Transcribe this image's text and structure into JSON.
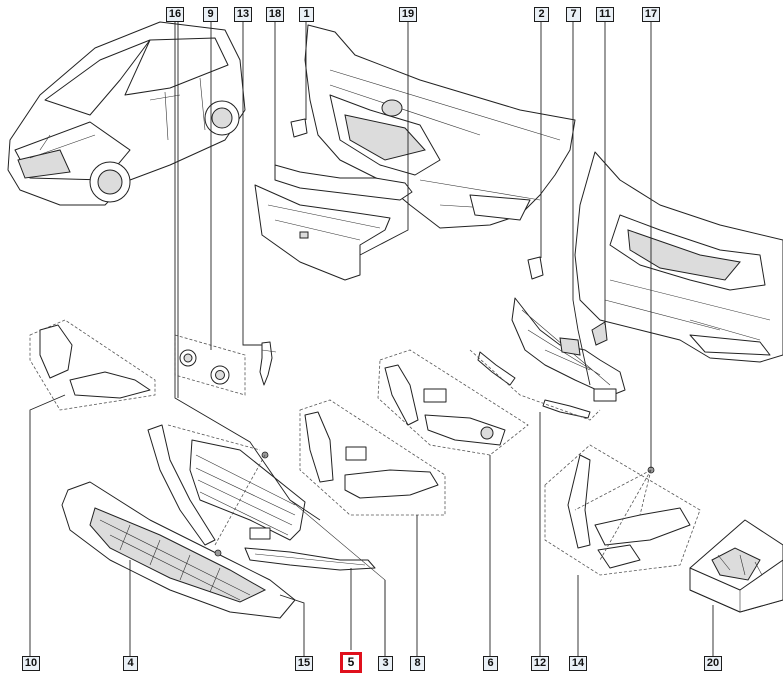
{
  "diagram": {
    "callouts": [
      {
        "id": "c16",
        "label": "16"
      },
      {
        "id": "c9",
        "label": "9"
      },
      {
        "id": "c13",
        "label": "13"
      },
      {
        "id": "c18",
        "label": "18"
      },
      {
        "id": "c1",
        "label": "1"
      },
      {
        "id": "c19",
        "label": "19"
      },
      {
        "id": "c2",
        "label": "2"
      },
      {
        "id": "c7",
        "label": "7"
      },
      {
        "id": "c11",
        "label": "11"
      },
      {
        "id": "c17",
        "label": "17"
      },
      {
        "id": "c10",
        "label": "10"
      },
      {
        "id": "c4",
        "label": "4"
      },
      {
        "id": "c15",
        "label": "15"
      },
      {
        "id": "c5",
        "label": "5",
        "highlighted": true
      },
      {
        "id": "c3",
        "label": "3"
      },
      {
        "id": "c8",
        "label": "8"
      },
      {
        "id": "c6",
        "label": "6"
      },
      {
        "id": "c12",
        "label": "12"
      },
      {
        "id": "c14",
        "label": "14"
      },
      {
        "id": "c20",
        "label": "20"
      }
    ],
    "highlight_color": "#e0101c",
    "callout_fill": "#eaf0f6",
    "line_color": "#1d1d1d"
  }
}
